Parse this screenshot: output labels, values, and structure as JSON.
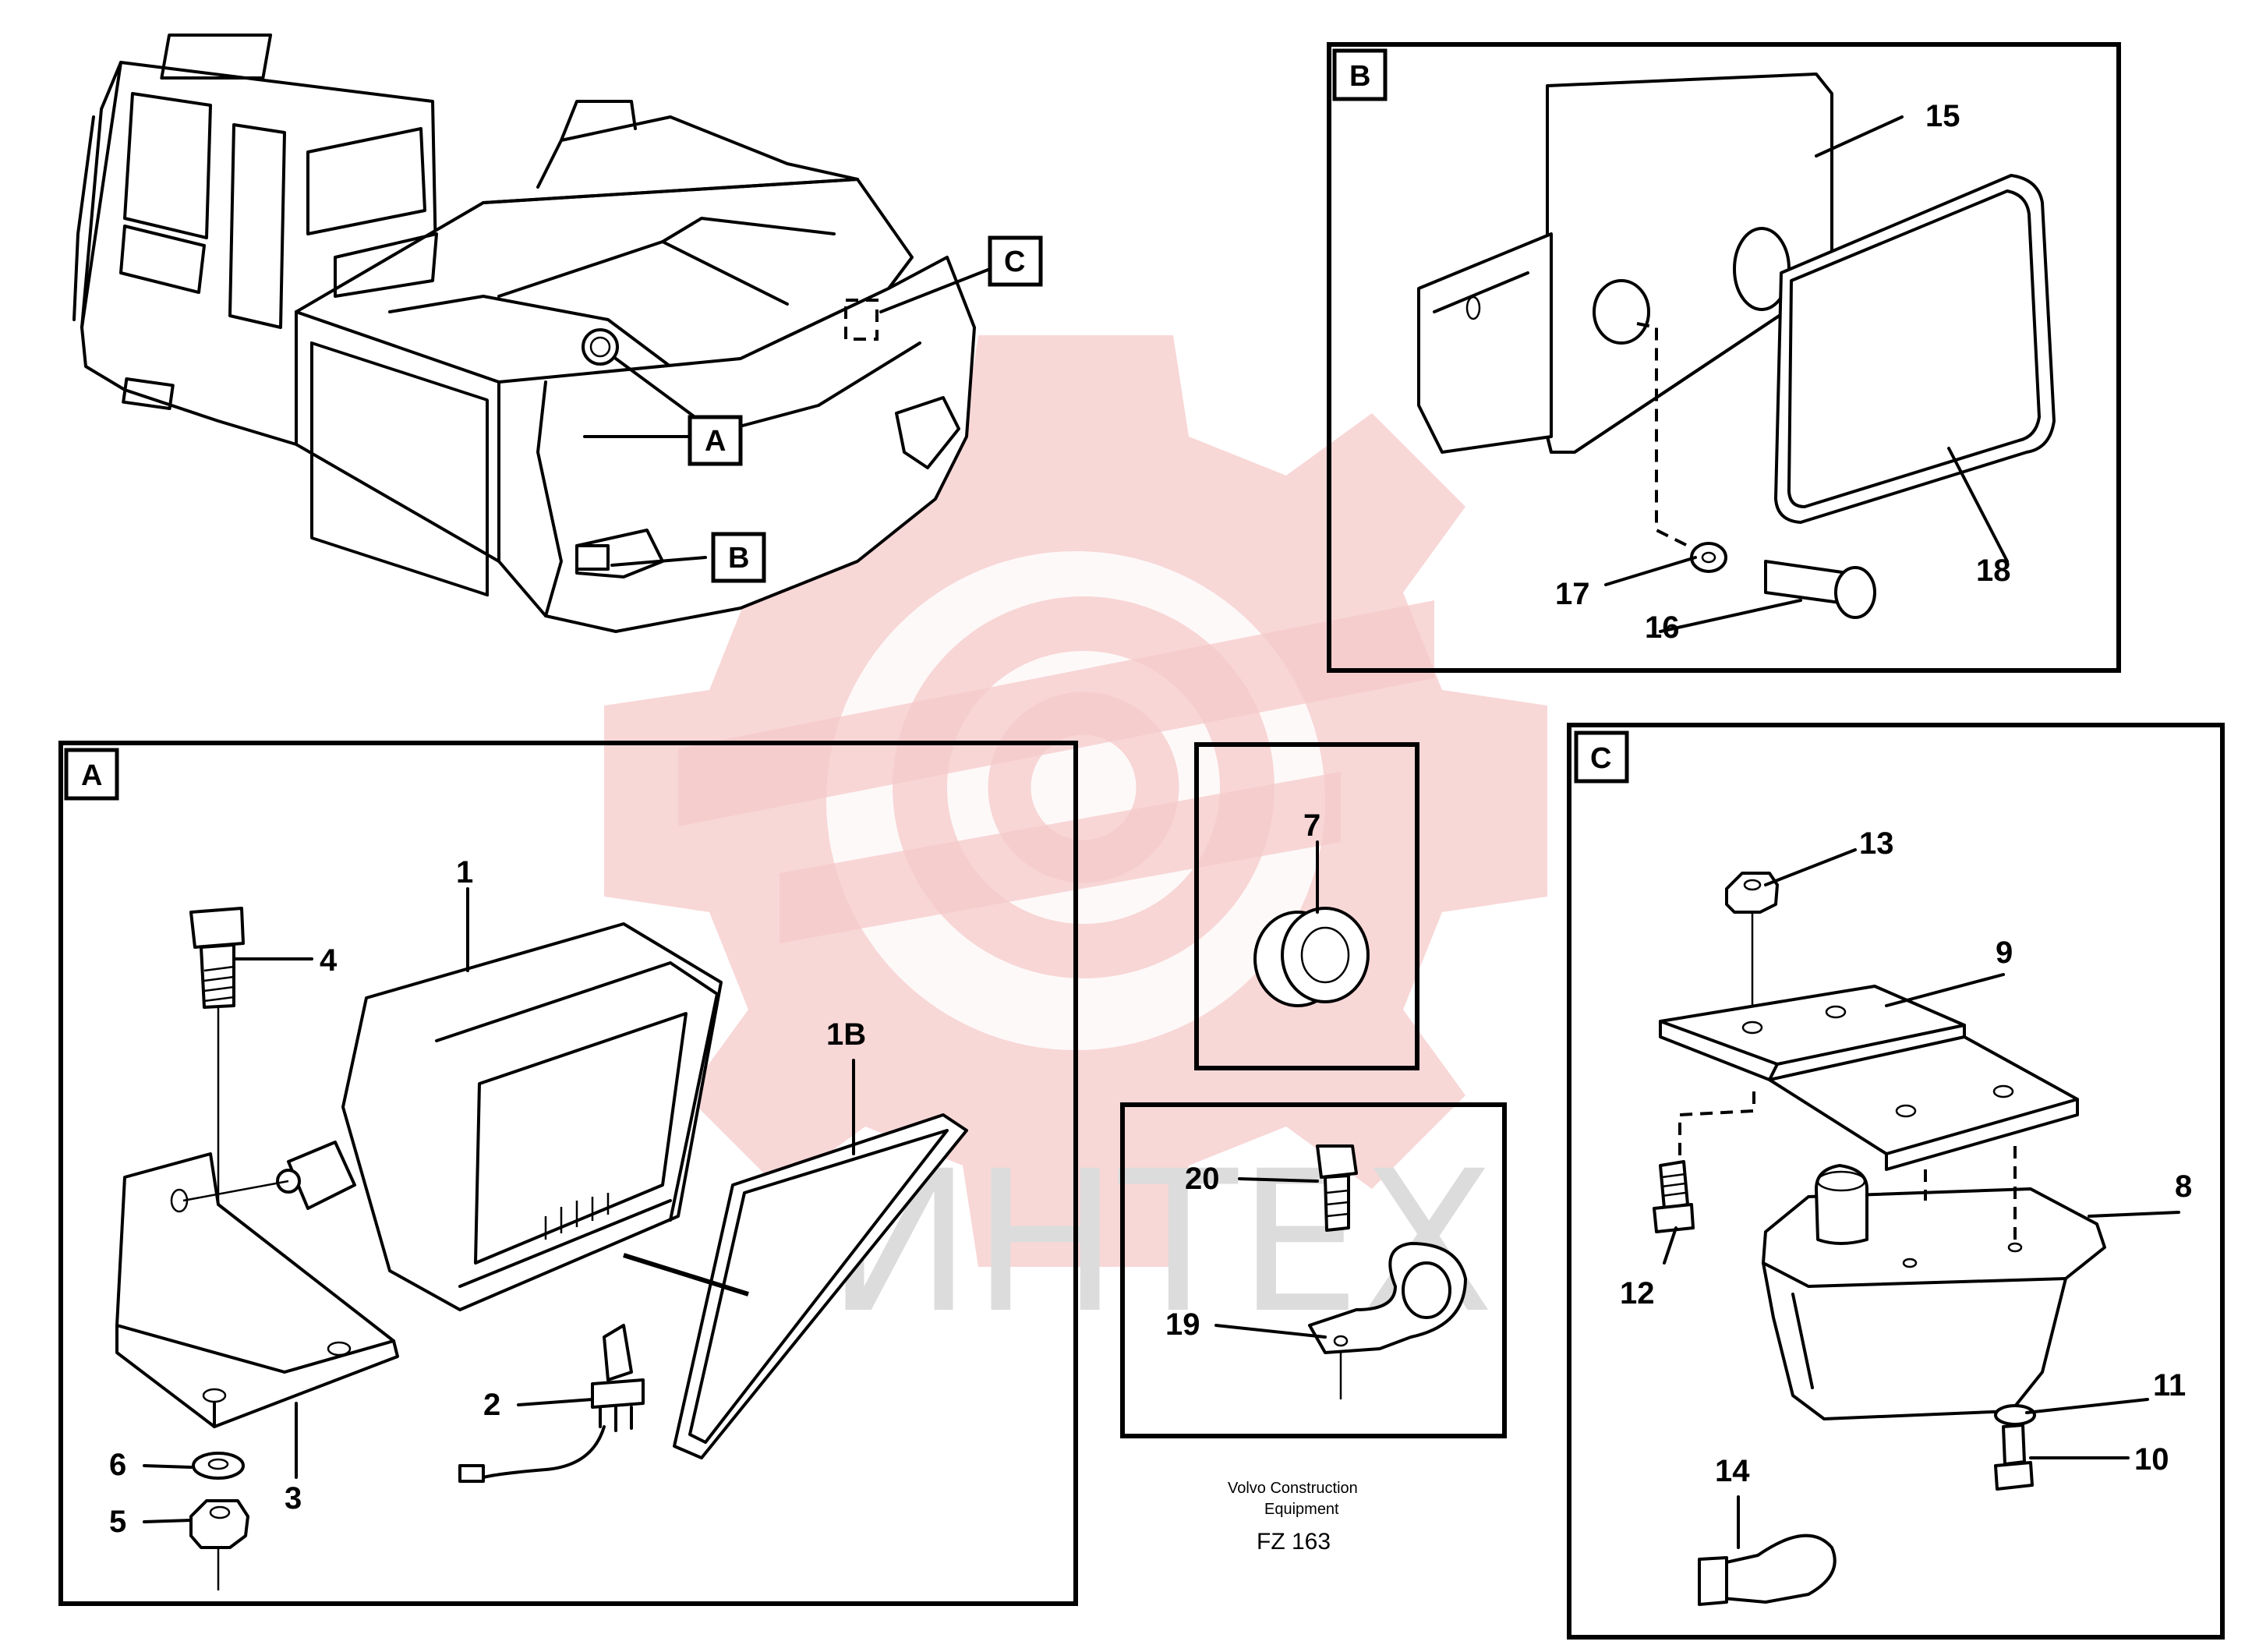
{
  "diagram": {
    "caption_line1": "Volvo Construction",
    "caption_line2": "Equipment",
    "figure_code": "FZ 163",
    "watermark_text": "ИНТЕХ",
    "detail_tags": {
      "a": "A",
      "b": "B",
      "c": "C"
    },
    "part_numbers": {
      "p1": "1",
      "p1b": "1B",
      "p2": "2",
      "p3": "3",
      "p4": "4",
      "p5": "5",
      "p6": "6",
      "p7": "7",
      "p8": "8",
      "p9": "9",
      "p10": "10",
      "p11": "11",
      "p12": "12",
      "p13": "13",
      "p14": "14",
      "p15": "15",
      "p16": "16",
      "p17": "17",
      "p18": "18",
      "p19": "19",
      "p20": "20"
    },
    "colors": {
      "line": "#000000",
      "watermark_gear": "#f4c7c7",
      "watermark_text": "#dcdcdc"
    }
  }
}
